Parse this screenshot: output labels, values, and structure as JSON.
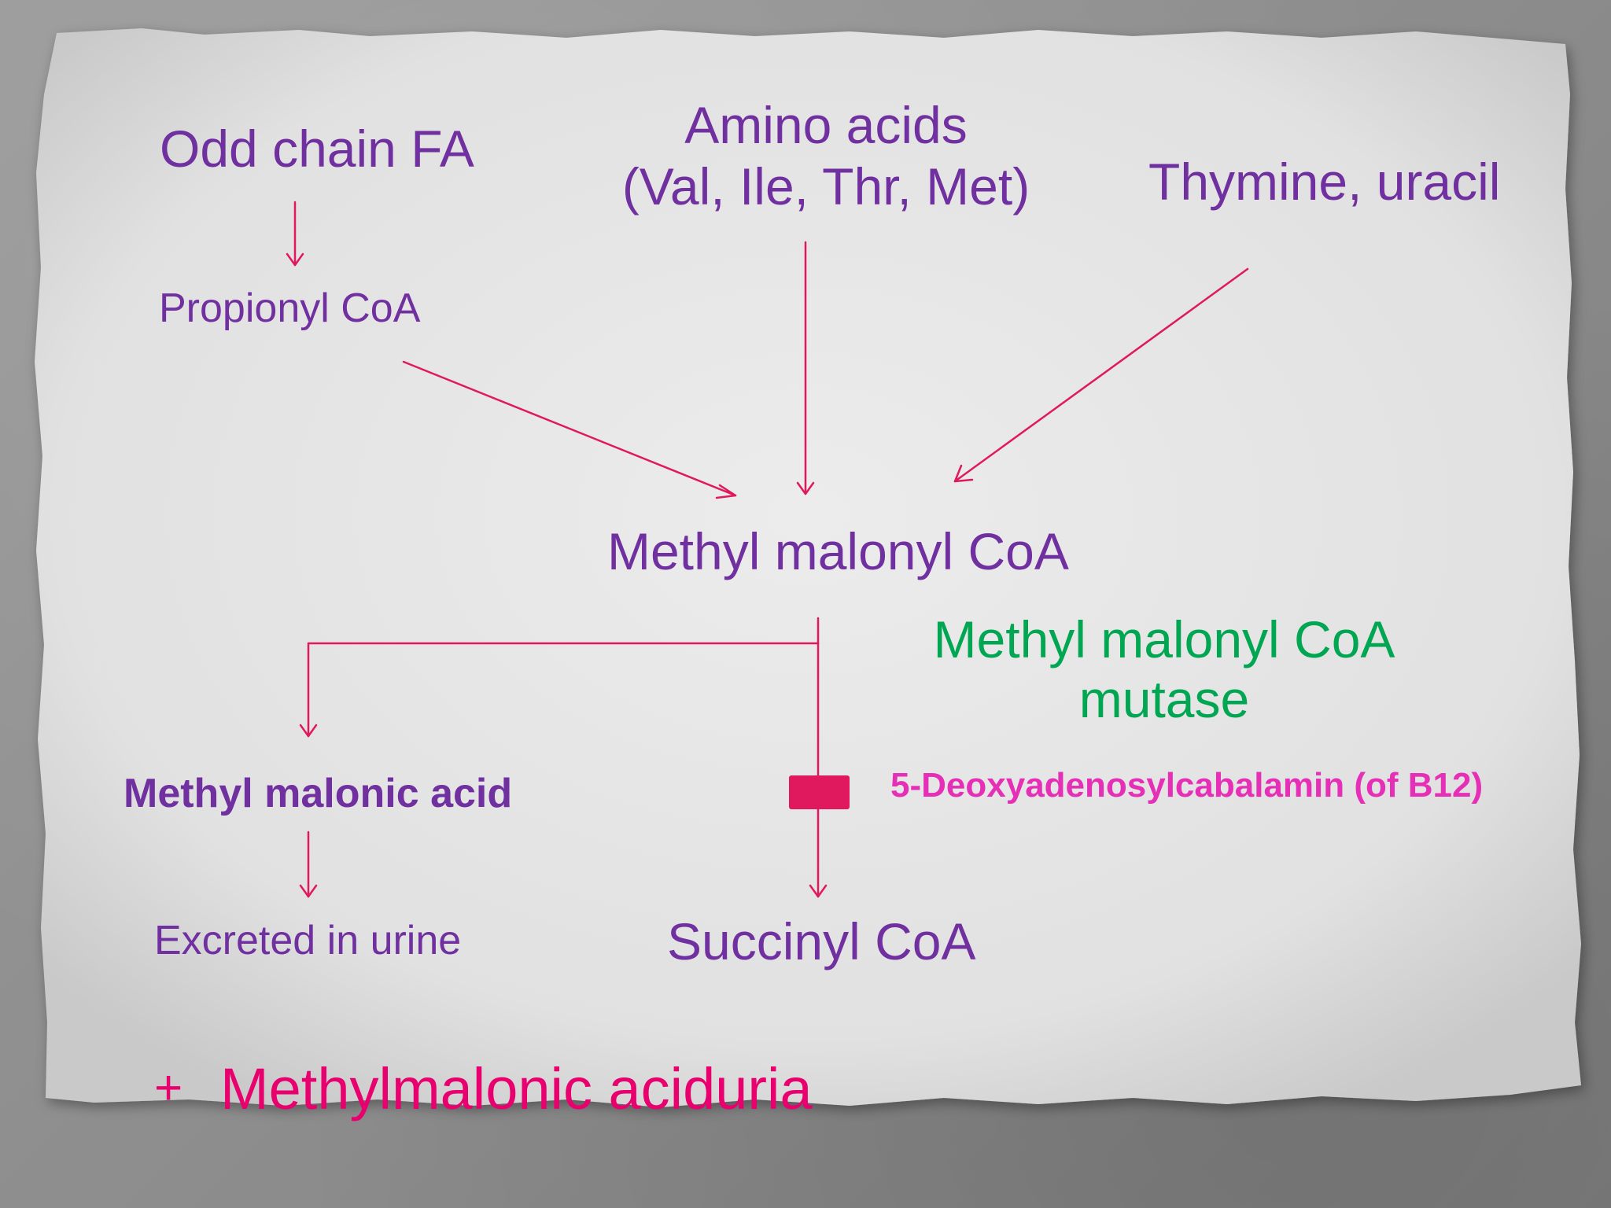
{
  "colors": {
    "arrow": "#e0195f",
    "purple_text": "#7030a0",
    "green_text": "#00a651",
    "pink_text": "#e8006e",
    "magenta_text": "#e62fb7",
    "paper": "#e3e3e3"
  },
  "nodes": {
    "odd_chain_fa": "Odd chain FA",
    "propionyl_coa": "Propionyl CoA",
    "amino_acids_line1": "Amino acids",
    "amino_acids_line2": "(Val, Ile, Thr, Met)",
    "thymine_uracil": "Thymine, uracil",
    "methyl_malonyl_coa": "Methyl malonyl CoA",
    "enzyme_line1": "Methyl malonyl CoA",
    "enzyme_line2": "mutase",
    "cofactor": "5-Deoxyadenosylcabalamin (of B12)",
    "methyl_malonic_acid": "Methyl malonic acid",
    "excreted_in_urine": "Excreted in urine",
    "succinyl_coa": "Succinyl CoA",
    "plus_sign": "+",
    "methylmalonic_aciduria": "Methylmalonic aciduria"
  }
}
